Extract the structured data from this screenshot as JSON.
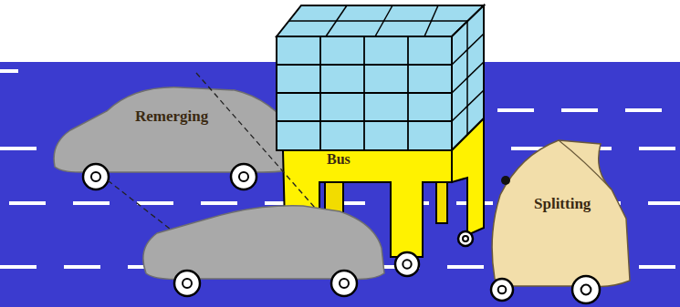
{
  "diagram": {
    "nodes": [
      {
        "text": [
          "Remerging"
        ]
      },
      {
        "text": [
          "Bus"
        ]
      },
      {
        "text": [
          "Splitting"
        ]
      }
    ]
  }
}
